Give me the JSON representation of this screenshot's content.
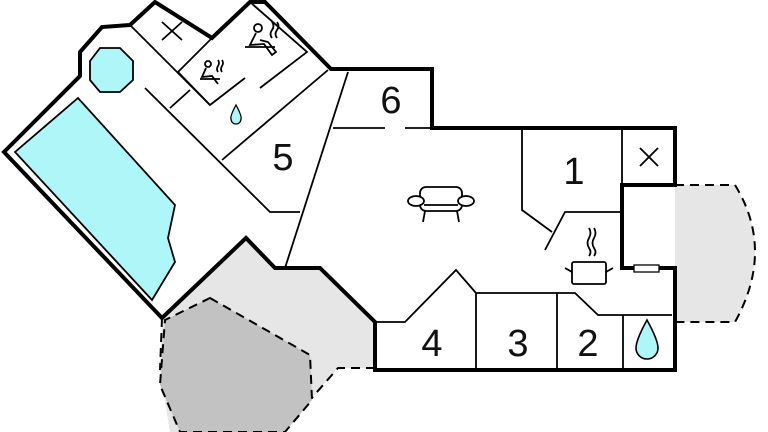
{
  "floorplan": {
    "rooms": [
      {
        "number": "1"
      },
      {
        "number": "2"
      },
      {
        "number": "3"
      },
      {
        "number": "4"
      },
      {
        "number": "5"
      },
      {
        "number": "6"
      }
    ],
    "icons": [
      "pool",
      "hot-tub",
      "toilet",
      "sauna",
      "bathroom",
      "sofa",
      "kitchen",
      "terrace"
    ],
    "colors": {
      "water": "#aef6f8",
      "terrace": "#e6e6e6",
      "terrace_dark": "#c2c2c2",
      "wall": "#000000"
    }
  }
}
